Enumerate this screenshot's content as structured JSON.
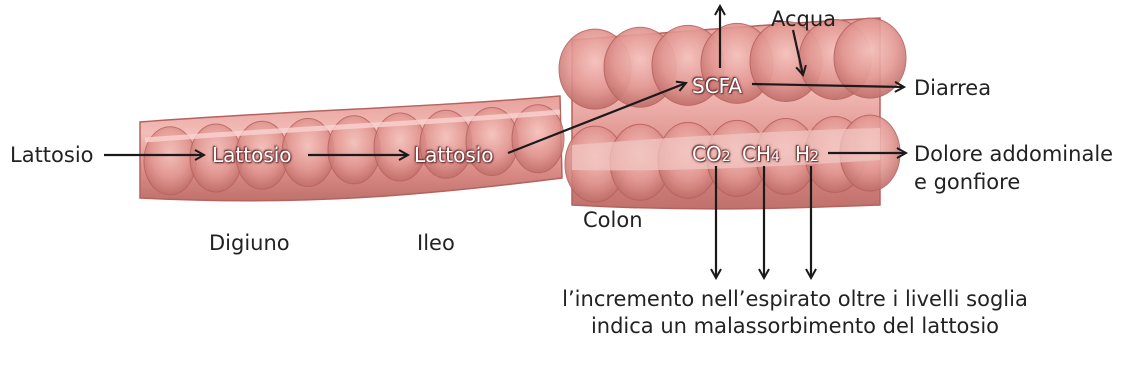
{
  "colors": {
    "intestine_light": "#f0b3ae",
    "intestine_mid": "#dc8a86",
    "intestine_dark": "#b9615f",
    "text": "#222222",
    "arrow": "#1a1a1a"
  },
  "labels": {
    "lattosio_input": "Lattosio",
    "lattosio_digiuno": "Lattosio",
    "lattosio_ileo": "Lattosio",
    "digiuno": "Digiuno",
    "ileo": "Ileo",
    "colon": "Colon",
    "scfa": "SCFA",
    "acqua": "Acqua",
    "diarrea": "Diarrea",
    "co2_main": "CO",
    "co2_sub": "2",
    "ch4_main": "CH",
    "ch4_sub": "4",
    "h2_main": "H",
    "h2_sub": "2",
    "dolore_line1": "Dolore addominale",
    "dolore_line2": "e gonfiore",
    "note": "l’incremento nell’espirato oltre i livelli soglia indica un malassorbimento del lattosio"
  }
}
